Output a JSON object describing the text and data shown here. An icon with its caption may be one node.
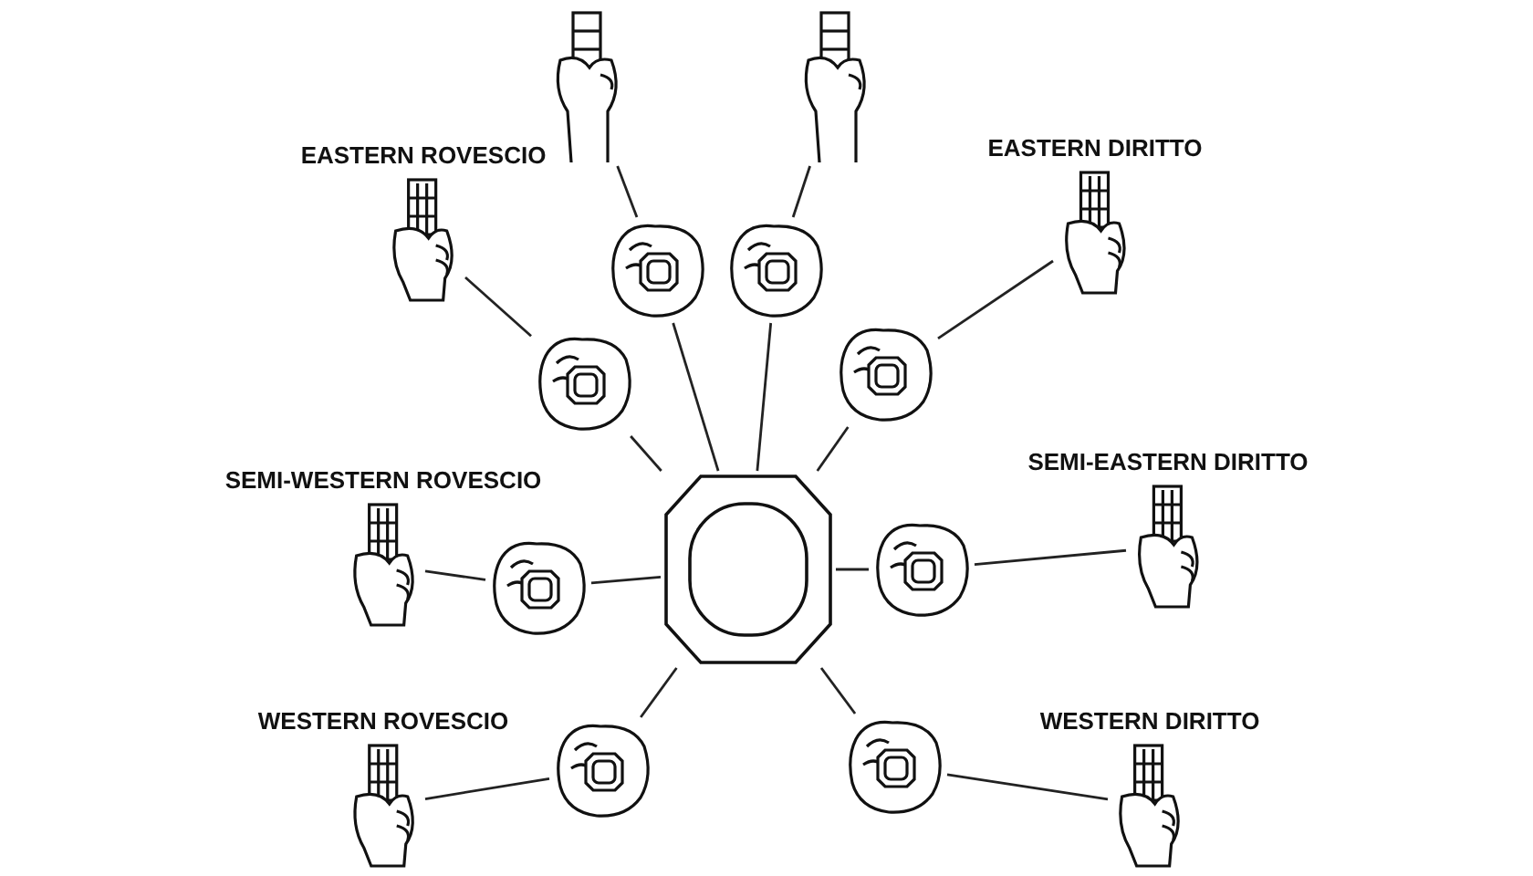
{
  "diagram": {
    "nodes": [
      {
        "text": [],
        "shape": "picture"
      },
      {
        "text": [],
        "shape": "picture"
      },
      {
        "text": [
          "EASTERN ROVESCIO"
        ]
      },
      {
        "text": [],
        "shape": "picture"
      },
      {
        "text": [],
        "shape": "picture"
      },
      {
        "text": [
          "EASTERN DIRITTO"
        ]
      },
      {
        "text": [],
        "shape": "picture"
      },
      {
        "text": [],
        "shape": "picture"
      },
      {
        "text": [
          "SEMI-WESTERN ROVESCIO"
        ]
      },
      {
        "text": [
          "SEMI-EASTERN DIRITTO"
        ]
      },
      {
        "text": [],
        "shape": "picture"
      },
      {
        "text": [],
        "shape": "picture"
      },
      {
        "text": [],
        "shape": "picture"
      },
      {
        "text": [
          "WESTERN ROVESCIO"
        ]
      },
      {
        "text": [],
        "shape": "picture"
      },
      {
        "text": [],
        "shape": "picture"
      },
      {
        "text": [
          "WESTERN DIRITTO"
        ]
      }
    ],
    "edges": [
      {
        "from": 11,
        "to": 3,
        "arrow": "none"
      },
      {
        "from": 11,
        "to": 4,
        "arrow": "none"
      },
      {
        "from": 11,
        "to": 6,
        "arrow": "none"
      },
      {
        "from": 11,
        "to": 7,
        "arrow": "none"
      },
      {
        "from": 11,
        "to": 10,
        "arrow": "none"
      },
      {
        "from": 11,
        "to": 12,
        "arrow": "none"
      },
      {
        "from": 11,
        "to": 14,
        "arrow": "none"
      },
      {
        "from": 11,
        "to": 15,
        "arrow": "none"
      },
      {
        "from": 0,
        "to": 3,
        "arrow": "none"
      },
      {
        "from": 1,
        "to": 4,
        "arrow": "none"
      },
      {
        "from": 2,
        "to": 6,
        "arrow": "none"
      },
      {
        "from": 5,
        "to": 7,
        "arrow": "none"
      },
      {
        "from": 8,
        "to": 10,
        "arrow": "none"
      },
      {
        "from": 9,
        "to": 12,
        "arrow": "none"
      },
      {
        "from": 13,
        "to": 14,
        "arrow": "none"
      },
      {
        "from": 16,
        "to": 15,
        "arrow": "none"
      }
    ]
  }
}
